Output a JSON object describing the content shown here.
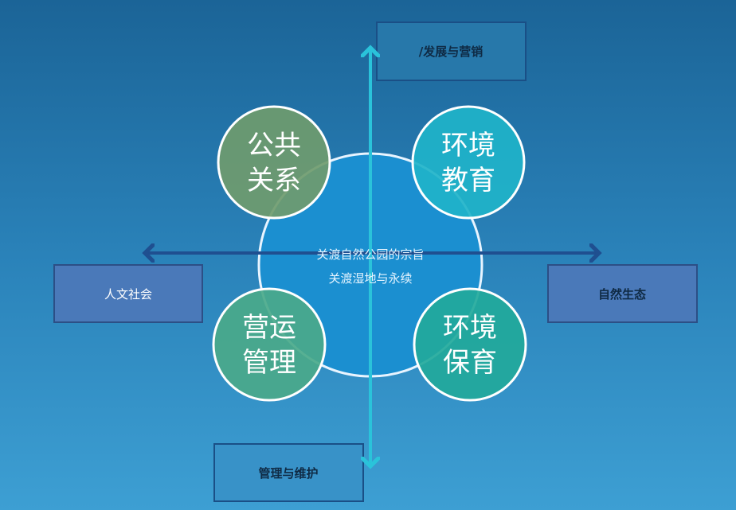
{
  "center": {
    "line1": "关渡自然公园的宗旨",
    "line2": "关渡湿地与永续"
  },
  "circles": [
    {
      "line1": "公共",
      "line2": "关系",
      "color": "#6f9b6e"
    },
    {
      "line1": "环境",
      "line2": "教育",
      "color": "#1fb3c9"
    },
    {
      "line1": "营运",
      "line2": "管理",
      "color": "#4aa98a"
    },
    {
      "line1": "环境",
      "line2": "保育",
      "color": "#22a99b"
    }
  ],
  "boxes": {
    "top": "/发展与营销",
    "left": "人文社会",
    "right": "自然生态",
    "bottom": "管理与维护"
  },
  "colors": {
    "h_arrow": "#1f4f90",
    "v_arrow": "#2ac3da",
    "center_fill": "#1b8fd0"
  }
}
